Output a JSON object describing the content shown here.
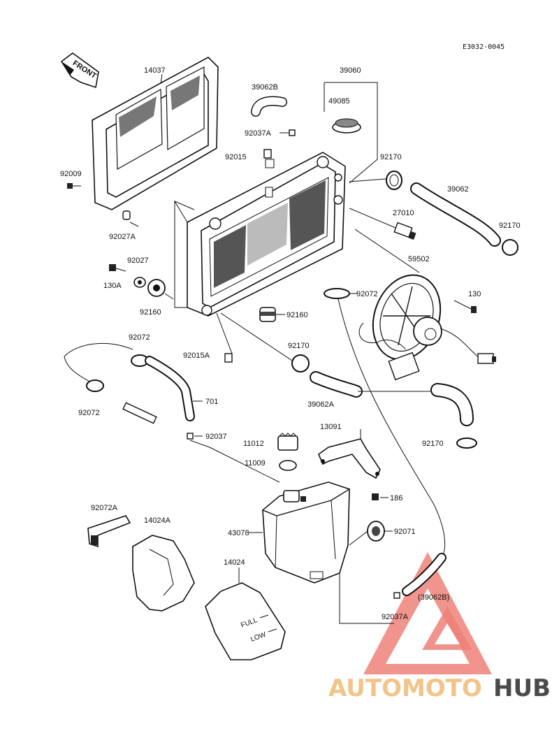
{
  "diagram_code": "E3032-0045",
  "front_arrow_label": "FRONT",
  "reservoir_markings": {
    "full": "FULL",
    "low": "LOW"
  },
  "watermark": {
    "brand_part1": "AUTOMOTO",
    "brand_part2": "HUB",
    "color1": "#f0c080",
    "color2": "#555555",
    "triangle_color": "#e23a2e"
  },
  "parts": {
    "p14037": "14037",
    "p39060": "39060",
    "p39062B": "39062B",
    "p49085": "49085",
    "p92037A_top": "92037A",
    "p92015": "92015",
    "p92170_a": "92170",
    "p39062": "39062",
    "p92170_b": "92170",
    "p92009": "92009",
    "p92027A": "92027A",
    "p27010": "27010",
    "p59502": "59502",
    "p92027": "92027",
    "p130A": "130A",
    "p92160_a": "92160",
    "p92072_a": "92072",
    "p130": "130",
    "p92160_b": "92160",
    "p92072_b": "92072",
    "p92015A": "92015A",
    "p92170_c": "92170",
    "p39062A": "39062A",
    "p92072_c": "92072",
    "p701": "701",
    "p92037": "92037",
    "p92170_d": "92170",
    "p13091": "13091",
    "p11012": "11012",
    "p11009": "11009",
    "p186": "186",
    "p92072A": "92072A",
    "p14024A": "14024A",
    "p43078": "43078",
    "p92071": "92071",
    "p14024": "14024",
    "p39062B_ref": "(39062B)",
    "p92037A_bottom": "92037A"
  }
}
